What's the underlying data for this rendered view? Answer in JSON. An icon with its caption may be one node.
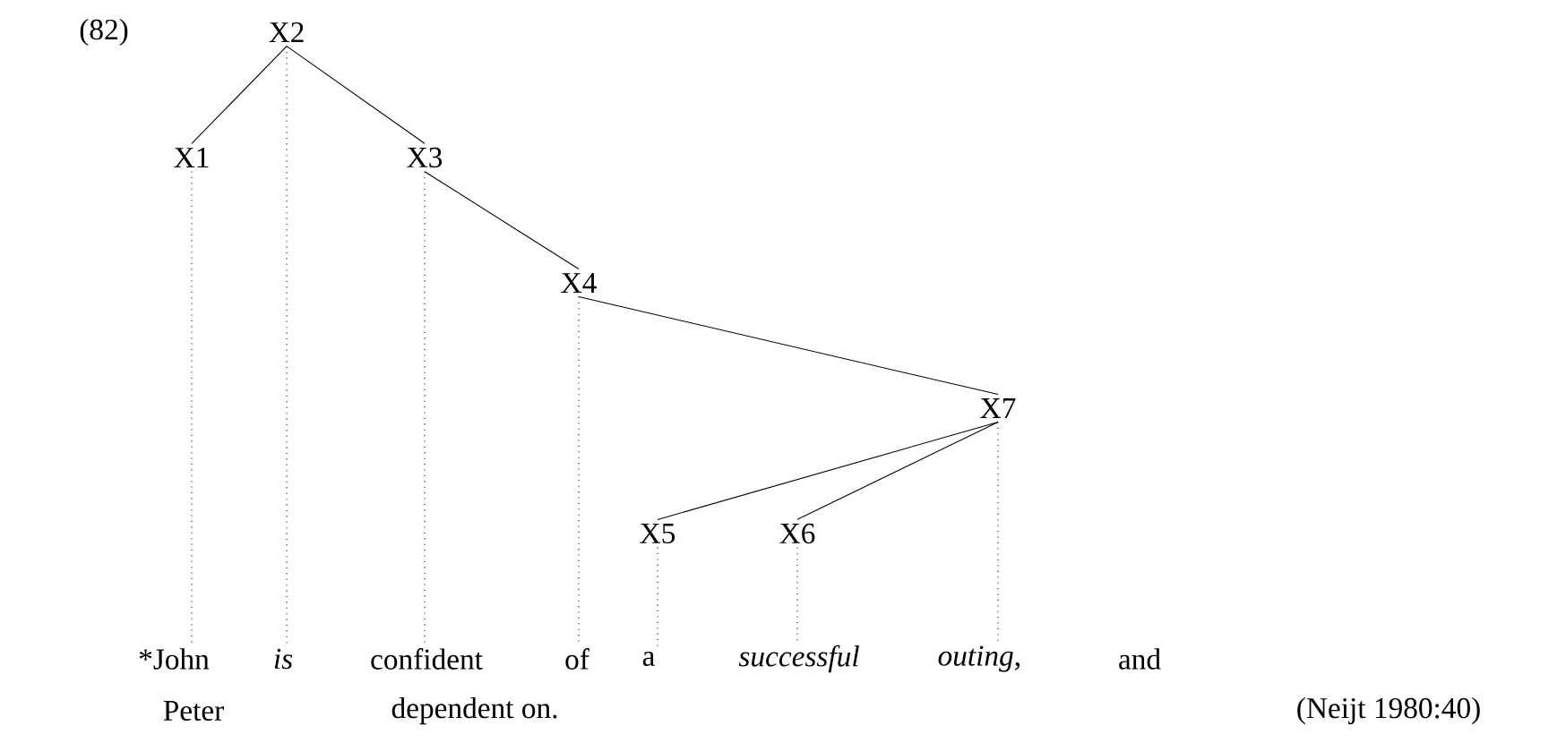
{
  "diagram": {
    "nodes": [
      {
        "text": [
          "X2"
        ]
      },
      {
        "text": [
          "X1"
        ]
      },
      {
        "text": [
          "X3"
        ]
      },
      {
        "text": [
          "X4"
        ]
      },
      {
        "text": [
          "X7"
        ]
      },
      {
        "text": [
          "X5"
        ]
      },
      {
        "text": [
          "X6"
        ]
      },
      {
        "text": [
          "*John"
        ]
      },
      {
        "text": [
          "is"
        ]
      },
      {
        "text": [
          "confident"
        ]
      },
      {
        "text": [
          "of"
        ]
      },
      {
        "text": [
          "a"
        ]
      },
      {
        "text": [
          "successful"
        ]
      },
      {
        "text": [
          "*outing*,"
        ]
      }
    ],
    "edges": [
      {
        "from": 0,
        "to": 1,
        "arrow": "none"
      },
      {
        "from": 0,
        "to": 2,
        "arrow": "none"
      },
      {
        "from": 2,
        "to": 3,
        "arrow": "none"
      },
      {
        "from": 3,
        "to": 4,
        "arrow": "none"
      },
      {
        "from": 4,
        "to": 5,
        "arrow": "none"
      },
      {
        "from": 4,
        "to": 6,
        "arrow": "none"
      },
      {
        "from": 1,
        "to": 7,
        "arrow": "none",
        "style": "dashed"
      },
      {
        "from": 0,
        "to": 8,
        "arrow": "none",
        "style": "dashed"
      },
      {
        "from": 2,
        "to": 9,
        "arrow": "none",
        "style": "dashed"
      },
      {
        "from": 3,
        "to": 10,
        "arrow": "none",
        "style": "dashed"
      },
      {
        "from": 5,
        "to": 11,
        "arrow": "none",
        "style": "dashed"
      },
      {
        "from": 6,
        "to": 12,
        "arrow": "none",
        "style": "dashed"
      },
      {
        "from": 4,
        "to": 13,
        "arrow": "none",
        "style": "dashed"
      }
    ],
    "labels": [
      "(82)",
      "and",
      "Peter",
      "dependent on.",
      "(Neijt 1980:40)"
    ]
  }
}
